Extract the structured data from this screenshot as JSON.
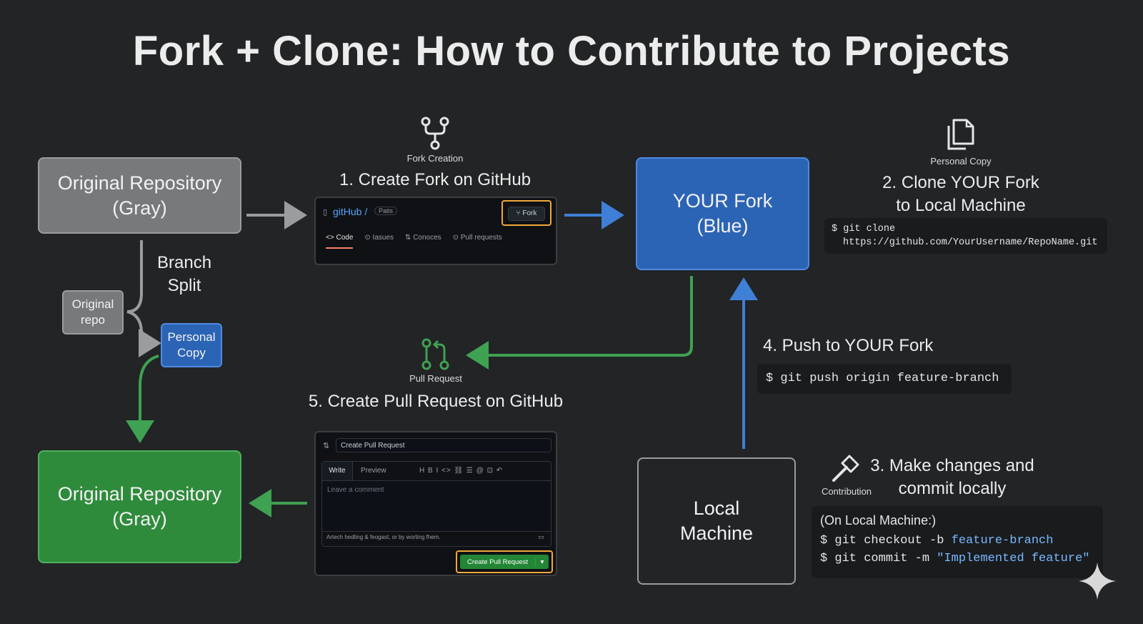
{
  "title": "Fork + Clone: How to Contribute to Projects",
  "boxes": {
    "original_top": "Original Repository\n(Gray)",
    "your_fork": "YOUR Fork\n(Blue)",
    "original_bottom": "Original Repository\n(Gray)",
    "local_machine": "Local\nMachine",
    "original_repo_small": "Original\nrepo",
    "personal_copy_small": "Personal\nCopy"
  },
  "labels": {
    "branch_split": "Branch\nSplit",
    "fork_caption": "Fork Creation",
    "step1": "1. Create Fork on GitHub",
    "personal_copy_caption": "Personal Copy",
    "step2": "2. Clone YOUR Fork\nto Local Machine",
    "pr_caption": "Pull Request",
    "step5": "5. Create Pull Request on GitHub",
    "step4": "4. Push to YOUR Fork",
    "contribution_caption": "Contribution",
    "step3": "3. Make changes and\ncommit locally"
  },
  "code": {
    "clone_line1": "$ git clone",
    "clone_line2": "https://github.com/YourUsername/RepoName.git",
    "push": "$ git push origin feature-branch",
    "local_header": "(On Local Machine:)",
    "checkout_prefix": "$ git checkout -b ",
    "checkout_branch": "feature-branch",
    "commit_prefix": "$ git commit -m ",
    "commit_msg": "\"Implemented feature\""
  },
  "github_mock": {
    "brand": "gitHub /",
    "repo_tag": "Patis",
    "fork_button": "Fork",
    "tabs": [
      "Code",
      "Iasues",
      "Conoces",
      "Pull requests"
    ]
  },
  "pr_mock": {
    "title_field": "Create Pull Request",
    "tab_write": "Write",
    "tab_preview": "Preview",
    "toolbar": "H  B  I  <>  ⛓  ☰     @  ⊡  ↶",
    "comment_placeholder": "Leave a comment",
    "attach_hint": "Artech hedling & feogast, or by worting fhem.",
    "submit_button": "Create Pull Request"
  },
  "colors": {
    "background": "#222426",
    "gray": "#77797b",
    "blue": "#2c64b5",
    "green": "#2f8b3c",
    "arrow_gray": "#9a9c9e",
    "arrow_blue": "#3f7fd6",
    "arrow_green": "#3fa152",
    "highlight_orange": "#f0a83a"
  },
  "icons": [
    "fork-icon",
    "copy-icon",
    "pull-request-icon",
    "hammer-icon",
    "sparkle-icon"
  ]
}
